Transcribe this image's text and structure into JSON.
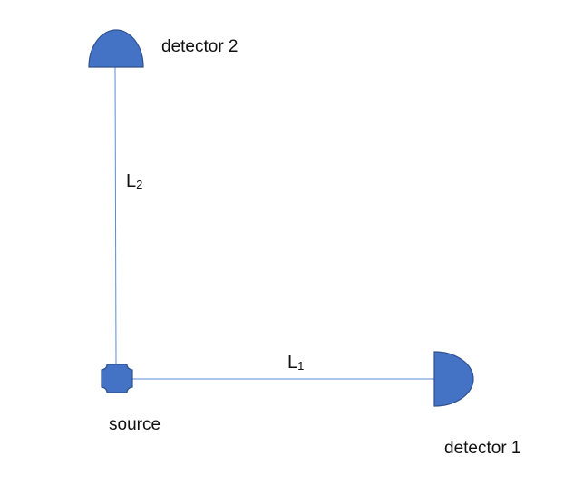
{
  "labels": {
    "detector_2": "detector 2",
    "detector_1": "detector 1",
    "source": "source",
    "path_2_letter": "L",
    "path_2_subscript": "2",
    "path_1_letter": "L",
    "path_1_subscript": "1"
  },
  "colors": {
    "component_fill": "#4472C4",
    "component_stroke": "#2F528F",
    "path_line": "#5B8BD6"
  }
}
